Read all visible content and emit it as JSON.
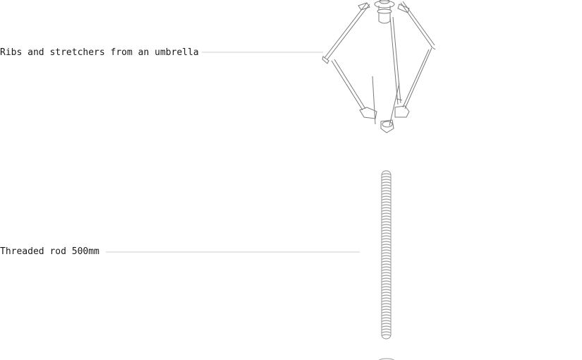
{
  "diagram": {
    "parts": [
      {
        "id": "ribs",
        "label": "Ribs and stretchers from an umbrella"
      },
      {
        "id": "rod",
        "label": "Threaded rod 500mm"
      },
      {
        "id": "next",
        "label": ""
      }
    ]
  },
  "colors": {
    "line": "#7a7a7a",
    "leader": "#cfcfcf",
    "text": "#1a1a1a"
  },
  "icons": {
    "ribs": "umbrella-frame-drawing",
    "rod": "threaded-rod-drawing"
  }
}
